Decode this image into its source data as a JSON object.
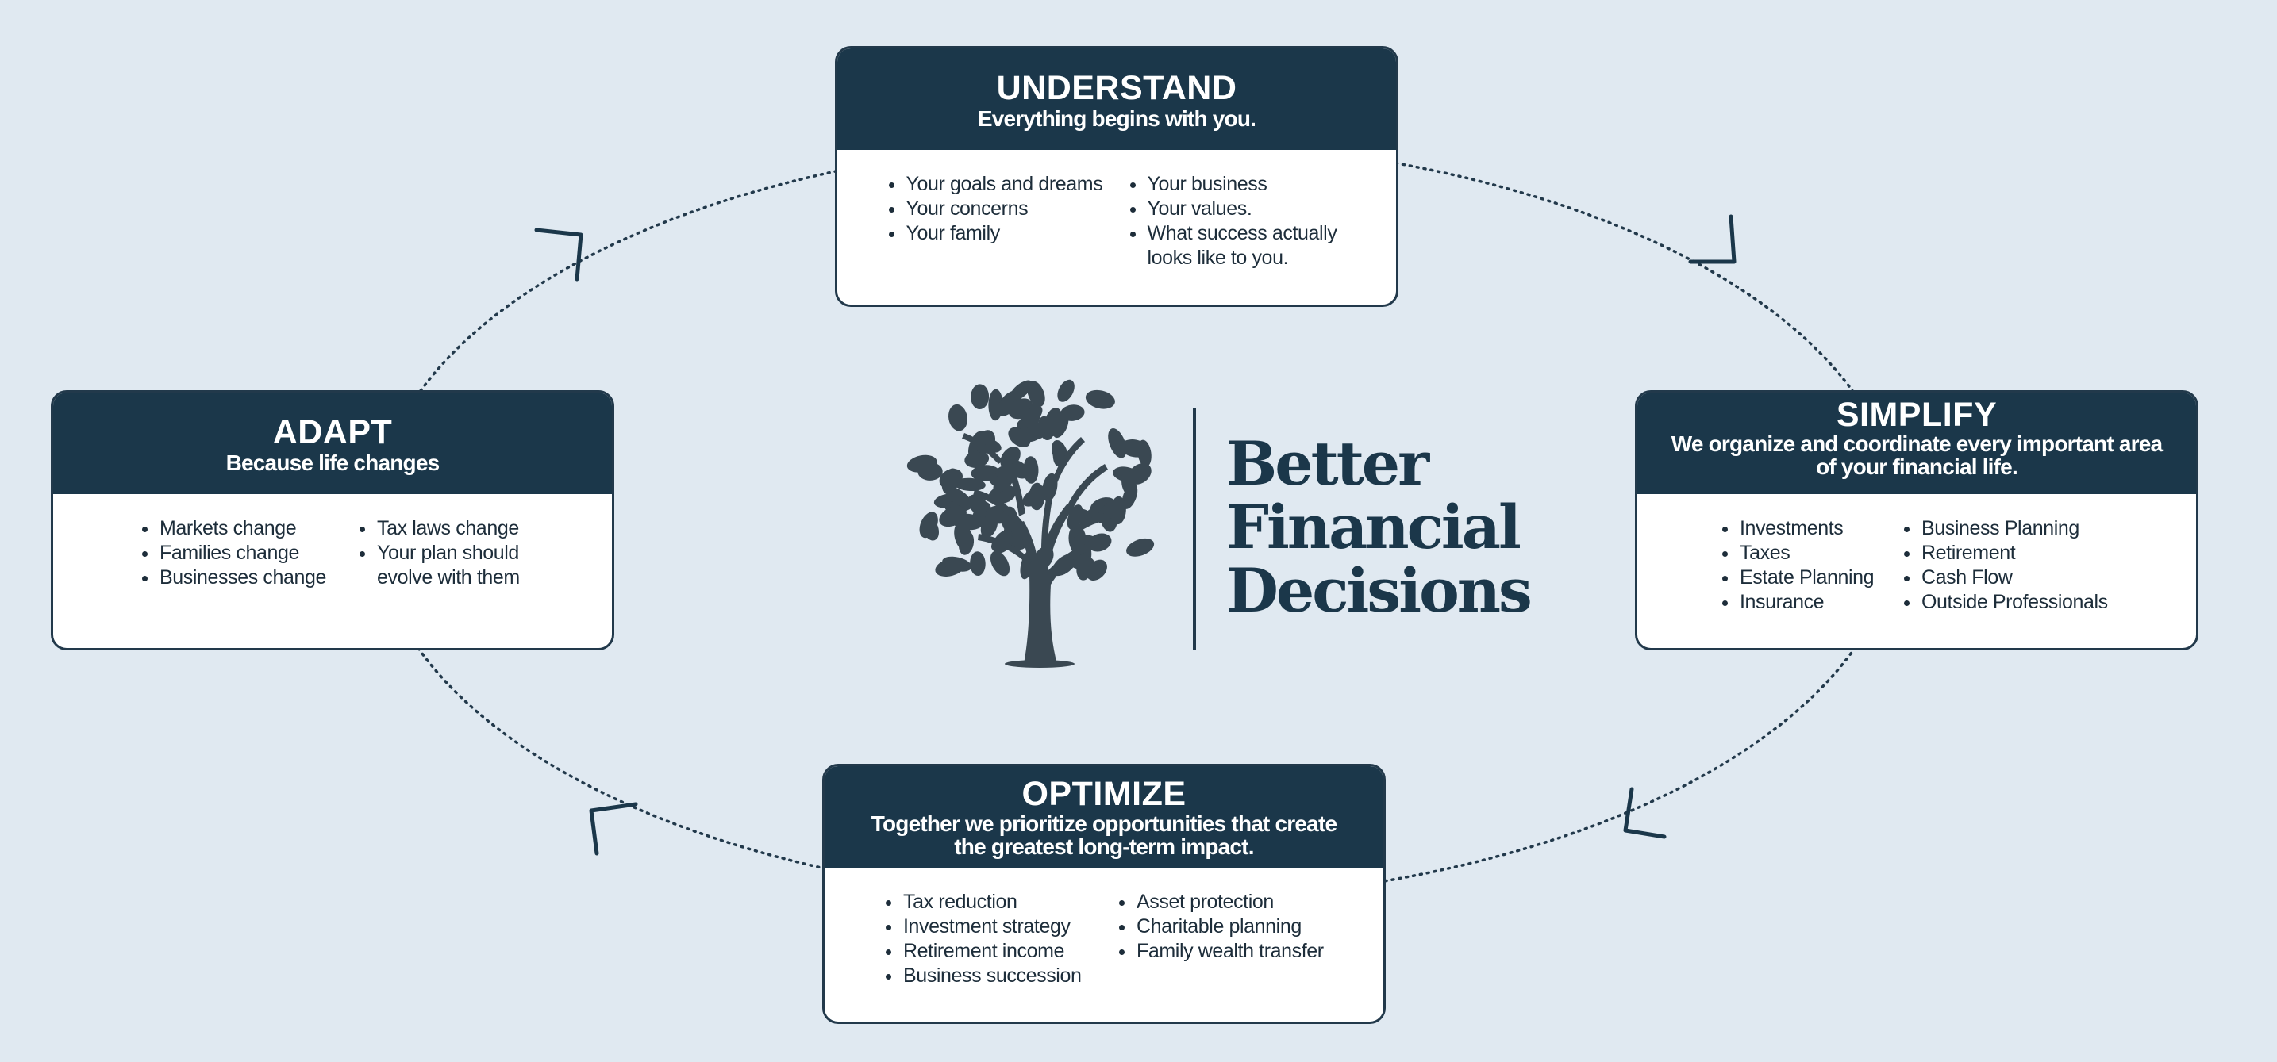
{
  "colors": {
    "background": "#e0e9f1",
    "header": "#1b374a",
    "border": "#22394b",
    "text": "#1d2d3a",
    "tree": "#3a4852"
  },
  "logo": {
    "icon": "tree-icon",
    "line1": "Better",
    "line2": "Financial",
    "line3": "Decisions"
  },
  "cards": {
    "understand": {
      "title": "UNDERSTAND",
      "subtitle": "Everything begins with you.",
      "col1": [
        "Your goals and dreams",
        "Your concerns",
        "Your family"
      ],
      "col2": [
        "Your business",
        "Your values.",
        "What success actually looks like to you."
      ]
    },
    "simplify": {
      "title": "SIMPLIFY",
      "subtitle": "We organize and coordinate every important area of your financial life.",
      "col1": [
        "Investments",
        "Taxes",
        "Estate Planning",
        "Insurance"
      ],
      "col2": [
        "Business Planning",
        "Retirement",
        "Cash Flow",
        "Outside Professionals"
      ]
    },
    "optimize": {
      "title": "OPTIMIZE",
      "subtitle": "Together we prioritize opportunities that create the greatest long-term impact.",
      "col1": [
        "Tax reduction",
        "Investment strategy",
        "Retirement income",
        "Business succession"
      ],
      "col2": [
        "Asset protection",
        "Charitable planning",
        "Family wealth transfer"
      ]
    },
    "adapt": {
      "title": "ADAPT",
      "subtitle": "Because life changes",
      "col1": [
        "Markets change",
        "Families change",
        "Businesses change"
      ],
      "col2": [
        "Tax laws change",
        "Your plan should evolve with them"
      ]
    }
  },
  "cycle": {
    "line_style": "dotted",
    "direction": "clockwise",
    "arrow_icons": [
      "chevron-arrow-icon",
      "chevron-arrow-icon",
      "chevron-arrow-icon",
      "chevron-arrow-icon"
    ]
  }
}
